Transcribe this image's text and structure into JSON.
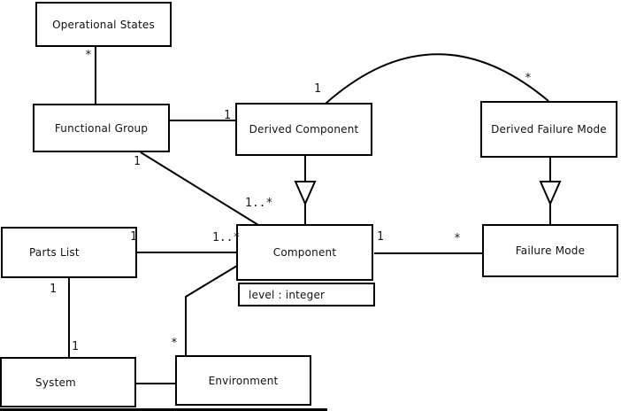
{
  "diagram": {
    "type": "uml-class-diagram",
    "nodes": {
      "operational_states": {
        "label": "Operational States"
      },
      "functional_group": {
        "label": "Functional Group"
      },
      "derived_component": {
        "label": "Derived Component"
      },
      "derived_failure_mode": {
        "label": "Derived Failure Mode"
      },
      "parts_list": {
        "label": "Parts List"
      },
      "component": {
        "label": "Component",
        "attribute": "level : integer"
      },
      "failure_mode": {
        "label": "Failure Mode"
      },
      "system": {
        "label": "System"
      },
      "environment": {
        "label": "Environment"
      }
    },
    "multiplicities": {
      "os_fg_star": "*",
      "fg_dc_one": "1",
      "fg_comp_one": "1",
      "dc_arc_one": "1",
      "dfm_arc_star": "*",
      "fg_comp_many": "1..*",
      "pl_comp_many": "1..*",
      "pl_comp_one": "1",
      "comp_fm_one": "1",
      "comp_fm_star": "*",
      "pl_sys_one_upper": "1",
      "pl_sys_one_lower": "1",
      "env_comp_star": "*"
    },
    "colors": {
      "stroke": "#000000",
      "background": "#ffffff",
      "text": "#111111"
    }
  }
}
